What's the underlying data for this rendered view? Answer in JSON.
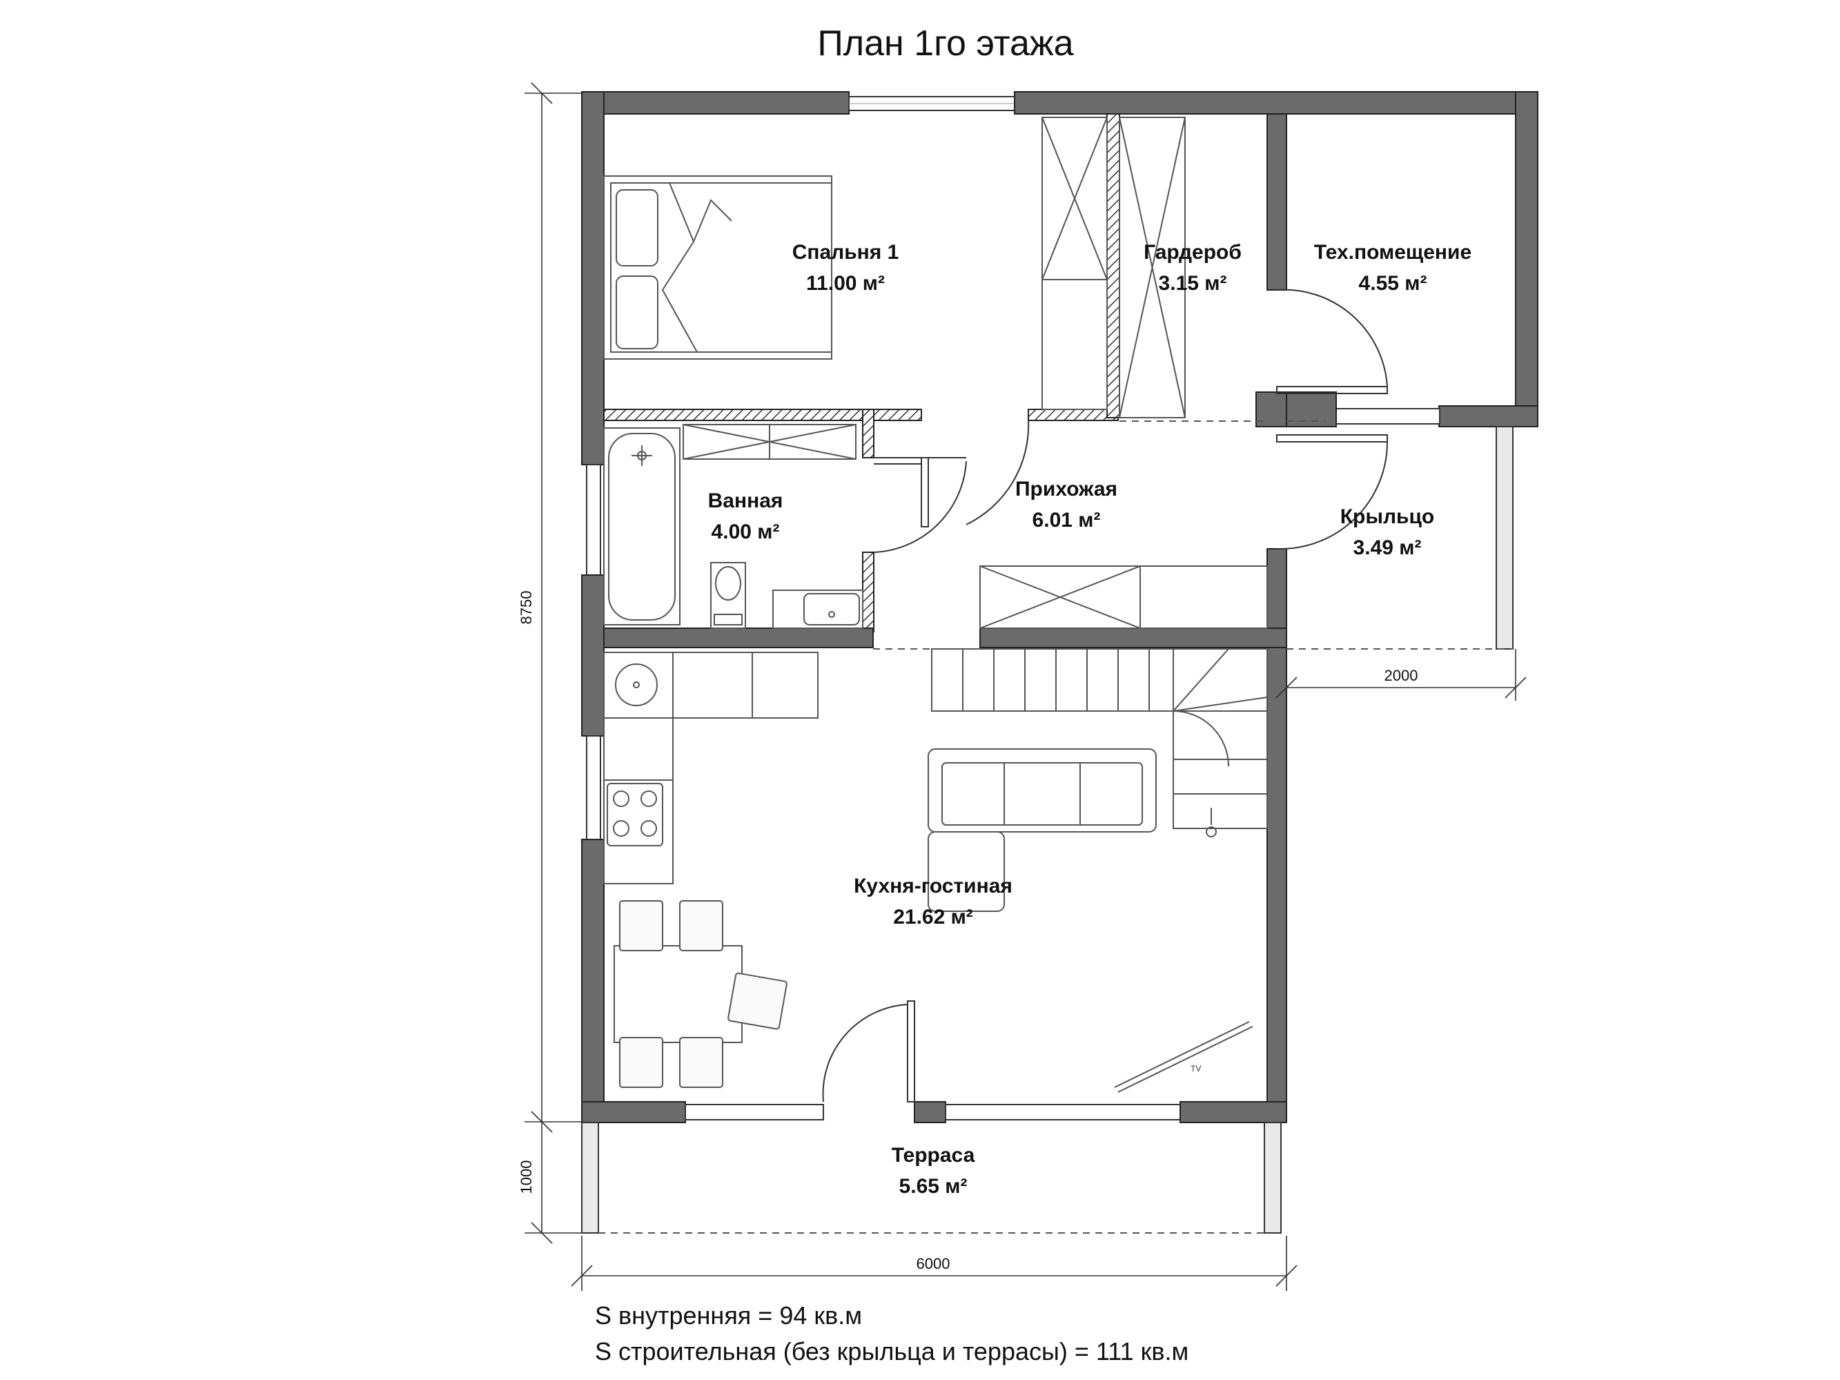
{
  "title": "План 1го этажа",
  "rooms": {
    "bedroom": {
      "name": "Спальня 1",
      "area": "11.00 м²"
    },
    "wardrobe": {
      "name": "Гардероб",
      "area": "3.15 м²"
    },
    "tech_room": {
      "name": "Тех.помещение",
      "area": "4.55 м²"
    },
    "bathroom": {
      "name": "Ванная",
      "area": "4.00 м²"
    },
    "hallway": {
      "name": "Прихожая",
      "area": "6.01 м²"
    },
    "porch": {
      "name": "Крыльцо",
      "area": "3.49 м²"
    },
    "kitchen_living": {
      "name": "Кухня-гостиная",
      "area": "21.62 м²"
    },
    "terrace": {
      "name": "Терраса",
      "area": "5.65 м²"
    }
  },
  "dimensions": {
    "height_main": "8750",
    "height_terrace": "1000",
    "width_total": "6000",
    "width_porch": "2000"
  },
  "labels": {
    "tv": "TV"
  },
  "notes": {
    "internal_area": "S внутренняя = 94 кв.м",
    "construction_area": "S строительная (без крыльца и террасы) = 111 кв.м"
  }
}
